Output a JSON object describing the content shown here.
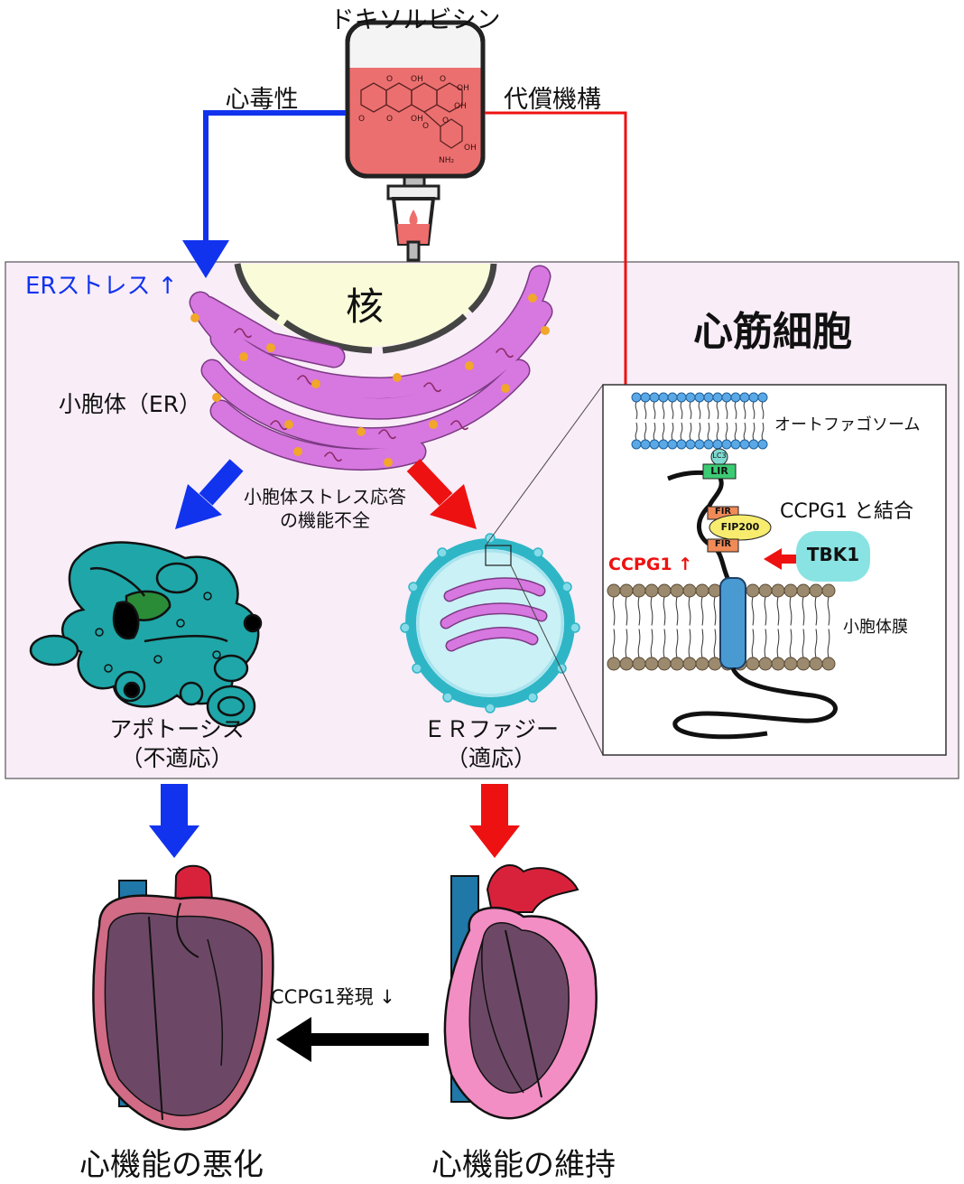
{
  "drug": {
    "name": "ドキソルビシン",
    "left_path_label": "心毒性",
    "right_path_label": "代償機構",
    "chem_labels": [
      "O",
      "OH",
      "O",
      "OH",
      "OH",
      "O",
      "O",
      "OH",
      "O",
      "O",
      "NH₂",
      "OH"
    ]
  },
  "cell": {
    "title": "心筋細胞",
    "nucleus_label": "核",
    "er_stress_label": "ERストレス ↑",
    "er_label": "小胞体（ER）",
    "stress_response_label": [
      "小胞体ストレス応答",
      "の機能不全"
    ]
  },
  "outcomes": {
    "apoptosis": [
      "アポトーシス",
      "（不適応）"
    ],
    "erphagy": [
      "ＥＲファジー",
      "（適応）"
    ]
  },
  "inset": {
    "autophagosome_label": "オートファゴソーム",
    "er_membrane_label": "小胞体膜",
    "binding_label": "CCPG1 と結合",
    "ccpg1_up_label": "CCPG1 ↑",
    "tbk1_label": "TBK1",
    "lc3_label": "LC3",
    "lir_label": "LIR",
    "fir_label": "FIR",
    "fip200_label": "FIP200"
  },
  "hearts": {
    "expression_label": "CCPG1発現 ↓",
    "left_caption": "心機能の悪化",
    "right_caption": "心機能の維持"
  },
  "colors": {
    "harmful": "#1133ee",
    "protective": "#ee1111",
    "cell_bg": "#f9edf8",
    "er": "#d777e0",
    "apoptosis": "#1fa6a8",
    "heart": "#6d4866"
  }
}
